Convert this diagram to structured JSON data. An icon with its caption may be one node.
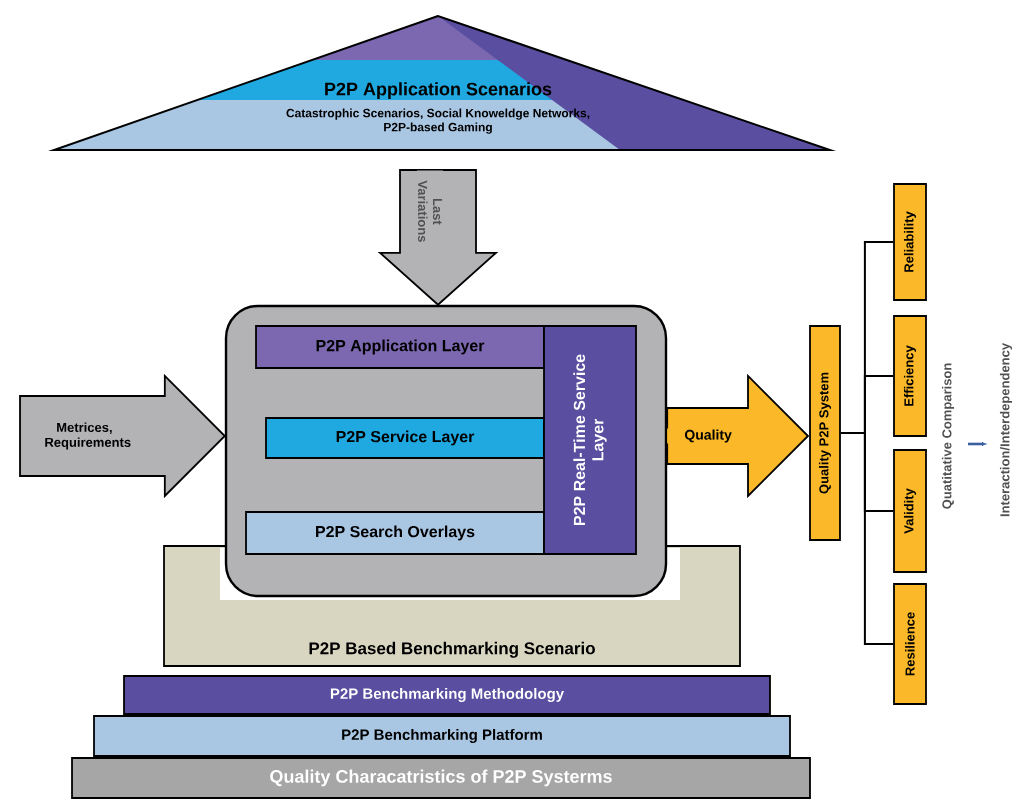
{
  "diagram": {
    "nodes": [
      {
        "text": [
          "P2P Application Scenarios",
          "Catastrophic Scenarios, Social Knoweldge Networks, P2P-based Gaming"
        ]
      },
      {
        "text": [
          "P2P Based Benchmarking Scenario"
        ]
      },
      {
        "text": [],
        "shape": "box"
      },
      {
        "text": [
          "P2P Application Layer"
        ],
        "in": 2
      },
      {
        "text": [
          "P2P Service Layer"
        ],
        "in": 2
      },
      {
        "text": [
          "P2P Search Overlays"
        ],
        "in": 2
      },
      {
        "text": [
          "P2P Real-Time Service Layer"
        ],
        "in": 2
      },
      {
        "text": [
          "Quality P2P System"
        ]
      },
      {
        "text": [
          "Reliability"
        ]
      },
      {
        "text": [
          "Efficiency"
        ]
      },
      {
        "text": [
          "Validity"
        ]
      },
      {
        "text": [
          "Resilience"
        ]
      },
      {
        "text": [
          "P2P Benchmarking Methodology"
        ]
      },
      {
        "text": [
          "P2P Benchmarking Platform"
        ]
      },
      {
        "text": [
          "Quality Characatristics  of P2P Systerms"
        ]
      }
    ],
    "edges": [
      {
        "from": 7,
        "to": 8,
        "arrow": "none"
      },
      {
        "from": 7,
        "to": 9,
        "arrow": "none"
      },
      {
        "from": 7,
        "to": 10,
        "arrow": "none"
      },
      {
        "from": 7,
        "to": 11,
        "arrow": "none"
      },
      {
        "from": 0,
        "to": 2,
        "arrow": "to",
        "label": "Last Variations"
      },
      {
        "from": null,
        "to": 2,
        "arrow": "to",
        "label": "Metrices, Requirements"
      },
      {
        "from": 2,
        "to": 7,
        "arrow": "to",
        "label": "Quality"
      }
    ],
    "labels": [
      "Quatitative Comparison",
      "Interaction/Interdependency"
    ]
  }
}
